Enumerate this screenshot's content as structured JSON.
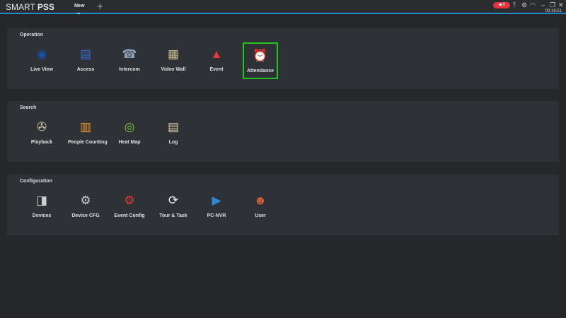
{
  "app": {
    "brand_light": "SMART ",
    "brand_bold": "PSS",
    "tab": "New",
    "add_tab": "+",
    "alarm_count": "0",
    "time": "09:18:51"
  },
  "sections": [
    {
      "title": "Operation",
      "items": [
        {
          "label": "Live View",
          "icon": "◉",
          "color": "#1a4fa8"
        },
        {
          "label": "Access",
          "icon": "▤",
          "color": "#3b6bd6"
        },
        {
          "label": "Intercom",
          "icon": "☎",
          "color": "#8aa0b8"
        },
        {
          "label": "Video Wall",
          "icon": "▦",
          "color": "#c9b98e"
        },
        {
          "label": "Event",
          "icon": "▲",
          "color": "#e33b3b"
        },
        {
          "label": "Attendance",
          "icon": "⏰",
          "color": "#e54848"
        }
      ]
    },
    {
      "title": "Search",
      "items": [
        {
          "label": "Playback",
          "icon": "✇",
          "color": "#d8c9a8"
        },
        {
          "label": "People Counting",
          "icon": "▥",
          "color": "#f09a2a"
        },
        {
          "label": "Heat Map",
          "icon": "◎",
          "color": "#7fc53f"
        },
        {
          "label": "Log",
          "icon": "▤",
          "color": "#d8c9a8"
        }
      ]
    },
    {
      "title": "Configuration",
      "items": [
        {
          "label": "Devices",
          "icon": "◨",
          "color": "#cfcfcf"
        },
        {
          "label": "Device CFG",
          "icon": "⚙",
          "color": "#cfcfcf"
        },
        {
          "label": "Event Config",
          "icon": "⚙",
          "color": "#e33b3b"
        },
        {
          "label": "Tour & Task",
          "icon": "⟳",
          "color": "#eeeeee"
        },
        {
          "label": "PC-NVR",
          "icon": "▶",
          "color": "#2f8ad8"
        },
        {
          "label": "User",
          "icon": "☻",
          "color": "#d0603a"
        }
      ]
    }
  ],
  "selected": "Attendance"
}
